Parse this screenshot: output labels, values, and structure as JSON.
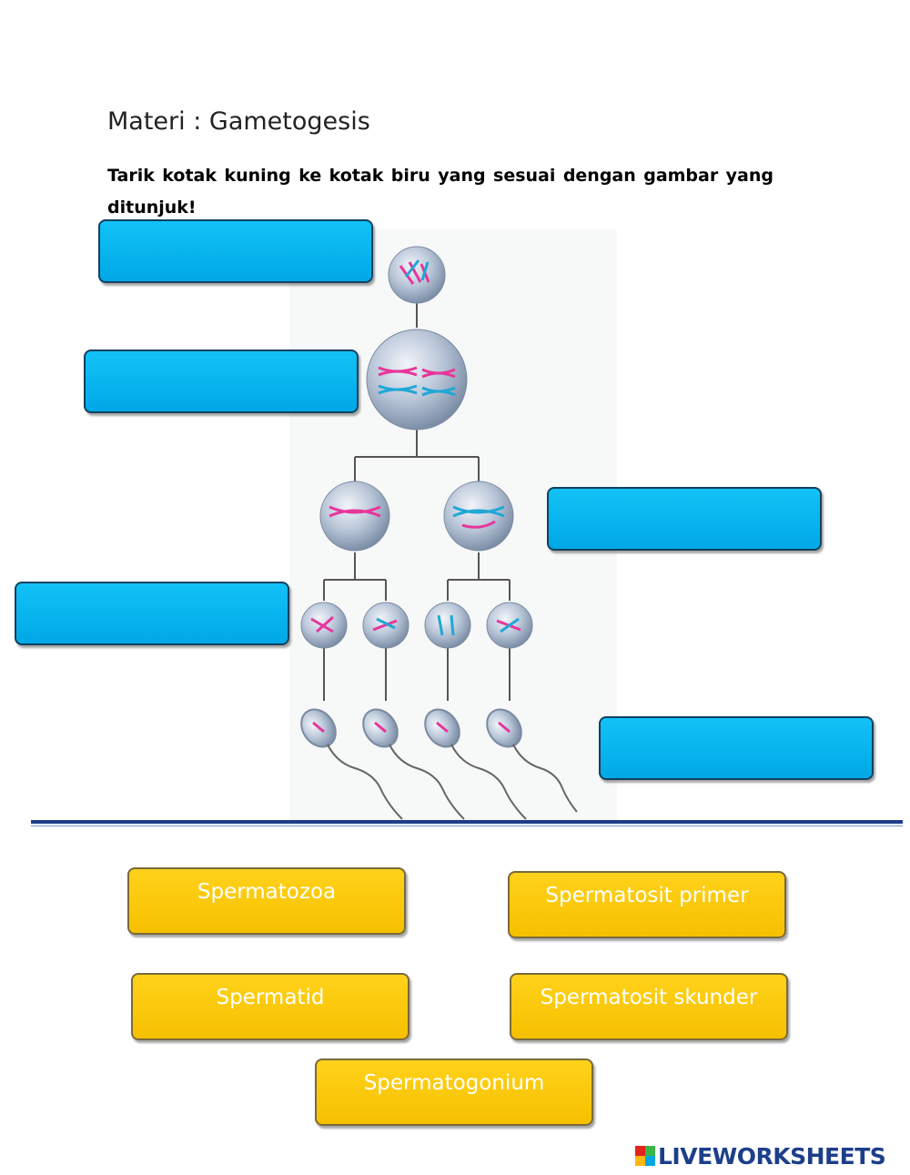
{
  "header": {
    "title": "Materi : Gametogesis",
    "instruction": "Tarik kotak kuning ke kotak biru yang sesuai dengan gambar yang ditunjuk!"
  },
  "drop_targets": [
    "",
    "",
    "",
    "",
    ""
  ],
  "answers": [
    "Spermatozoa",
    "Spermatosit primer",
    "Spermatid",
    "Spermatosit skunder",
    "Spermatogonium"
  ],
  "brand": {
    "name": "LIVEWORKSHEETS",
    "colors": [
      "#e2231a",
      "#3ab54a",
      "#fdb913",
      "#00a7e1"
    ]
  },
  "colors": {
    "drop_box": "#00b4f0",
    "answer_box": "#fcc800",
    "separator": "#1d3f8a"
  }
}
